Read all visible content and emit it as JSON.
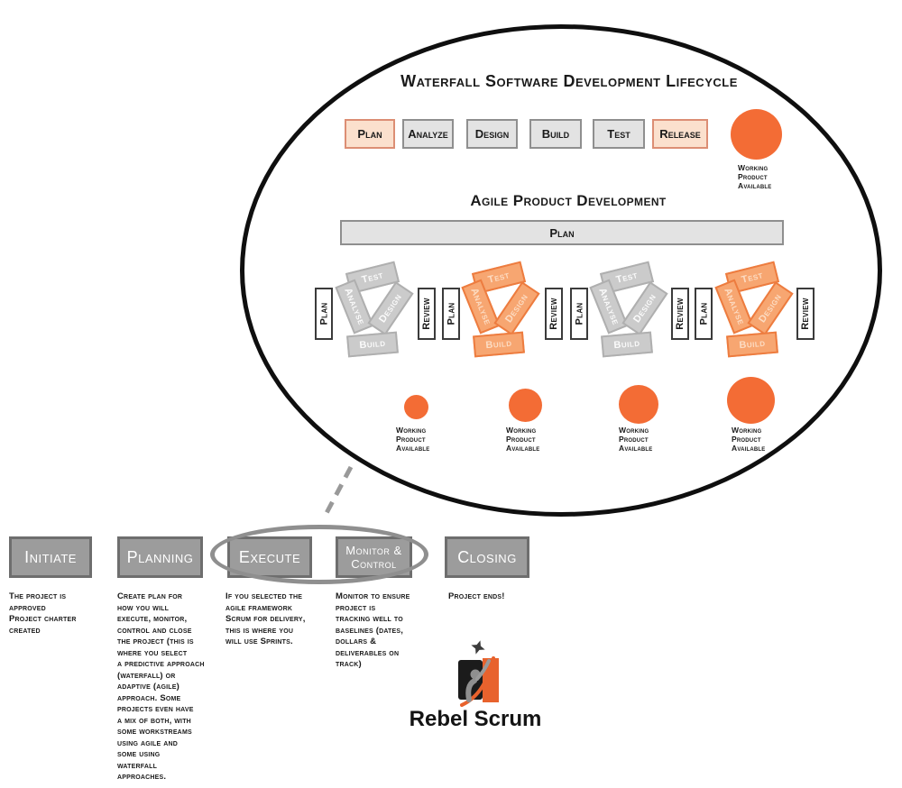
{
  "colors": {
    "orange": "#F36C35",
    "peach_fill": "#FBE0CD",
    "peach_border": "#DC8E74",
    "gray_fill": "#E3E3E3",
    "gray_border": "#8F8F8F",
    "cluster_gray_fill": "#CBCBCB",
    "cluster_orange_fill": "#F7A671",
    "cluster_orange_border": "#ED7C3F",
    "phase_fill": "#9C9C9C",
    "phase_border": "#6E6E6E",
    "logo_orange": "#E8622D"
  },
  "waterfall": {
    "title": "Waterfall Software Development Lifecycle",
    "stages": [
      {
        "label": "Plan",
        "variant": "peach"
      },
      {
        "label": "Analyze",
        "variant": "gray"
      },
      {
        "label": "Design",
        "variant": "gray"
      },
      {
        "label": "Build",
        "variant": "gray"
      },
      {
        "label": "Test",
        "variant": "gray"
      },
      {
        "label": "Release",
        "variant": "peach"
      }
    ],
    "working_product_label": "Working\nProduct\nAvailable"
  },
  "agile": {
    "title": "Agile Product Development",
    "plan_bar_label": "Plan",
    "sprints": [
      {
        "variant": "gray",
        "plan_label": "Plan",
        "review_label": "Review",
        "steps": {
          "test": "Test",
          "analyse": "Analyse",
          "design": "Design",
          "build": "Build"
        },
        "release_label": "Working\nProduct\nAvailable"
      },
      {
        "variant": "orange",
        "plan_label": "Plan",
        "review_label": "Review",
        "steps": {
          "test": "Test",
          "analyse": "Analyse",
          "design": "Design",
          "build": "Build"
        },
        "release_label": "Working\nProduct\nAvailable"
      },
      {
        "variant": "gray",
        "plan_label": "Plan",
        "review_label": "Review",
        "steps": {
          "test": "Test",
          "analyse": "Analyse",
          "design": "Design",
          "build": "Build"
        },
        "release_label": "Working\nProduct\nAvailable"
      },
      {
        "variant": "orange",
        "plan_label": "Plan",
        "review_label": "Review",
        "steps": {
          "test": "Test",
          "analyse": "Analyse",
          "design": "Design",
          "build": "Build"
        },
        "release_label": "Working\nProduct\nAvailable"
      }
    ]
  },
  "phases": [
    {
      "label": "Initiate",
      "description": "The project is\napproved\nProject charter\ncreated"
    },
    {
      "label": "Planning",
      "description": "Create plan for\nhow you will\nexecute, monitor,\ncontrol and close\nthe project (this is\nwhere you select\na predictive approach\n(waterfall) or\nadaptive (agile)\napproach. Some\nprojects even have\na mix of both, with\nsome workstreams\nusing agile and\nsome using\nwaterfall\napproaches."
    },
    {
      "label": "Execute",
      "description": "If you selected the\nagile framework\nScrum for delivery,\nthis is where you\nwill use Sprints."
    },
    {
      "label": "Monitor &\nControl",
      "description": "Monitor to ensure\nproject is\ntracking well to\nbaselines (dates,\ndollars &\ndeliverables on\ntrack)"
    },
    {
      "label": "Closing",
      "description": "Project ends!"
    }
  ],
  "logo": {
    "brand": "Rebel Scrum"
  }
}
